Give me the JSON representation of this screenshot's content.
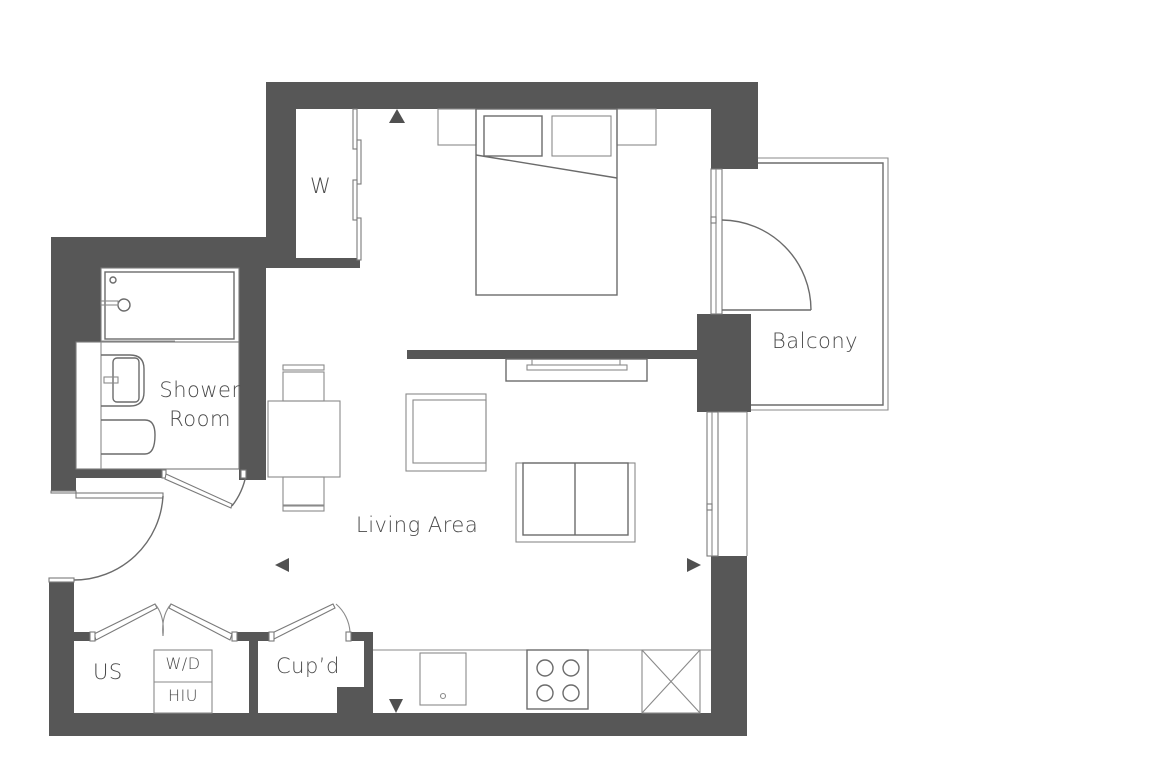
{
  "plan": {
    "rooms": {
      "living_area": "Living Area",
      "balcony": "Balcony",
      "shower_room_line1": "Shower",
      "shower_room_line2": "Room",
      "wardrobe": "W",
      "utility_store": "US",
      "washer_dryer": "W/D",
      "heat_interface_unit": "HIU",
      "cupboard": "Cup’d"
    },
    "colors": {
      "wall": "#575757",
      "line": "#6b6b6b",
      "background": "#ffffff",
      "text": "#4a4a4a"
    },
    "direction_markers": [
      "up",
      "left",
      "right",
      "down"
    ]
  }
}
